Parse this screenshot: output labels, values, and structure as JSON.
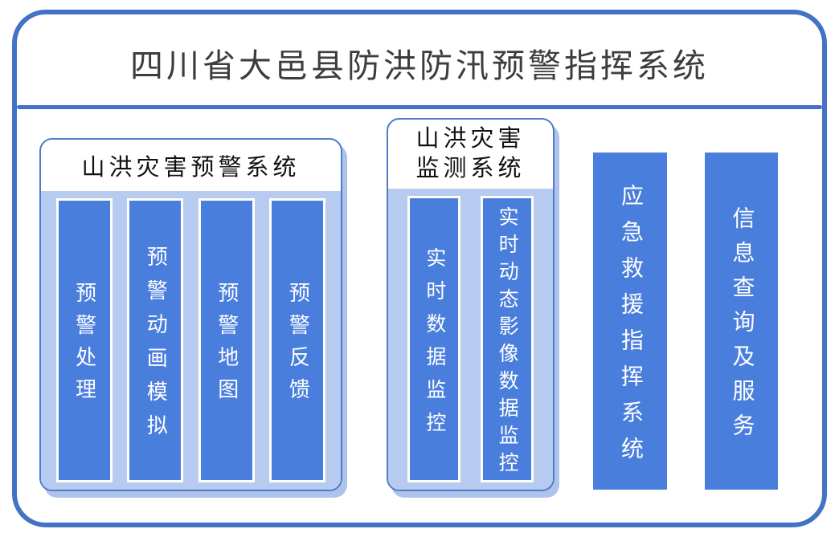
{
  "page_title": "四川省大邑县防洪防汛预警指挥系统",
  "groups": [
    {
      "title": "山洪灾害预警系统",
      "bars": [
        "预警处理",
        "预警动画模拟",
        "预警地图",
        "预警反馈"
      ]
    },
    {
      "title": "山洪灾害监测系统",
      "bars": [
        "实时数据监控",
        "实时动态影像数据监控"
      ]
    }
  ],
  "standalone_bars": [
    "应急救援指挥系统",
    "信息查询及服务"
  ],
  "colors": {
    "frame_blue": "#4473c5",
    "group_border_blue": "#4f7bc8",
    "plate_light_blue": "#b7cbf0",
    "bar_fill_blue": "#4a7edd",
    "bar_text": "#ffffff",
    "title_text": "#3d3d3d",
    "shadow_light_blue": "#aec3ec"
  }
}
